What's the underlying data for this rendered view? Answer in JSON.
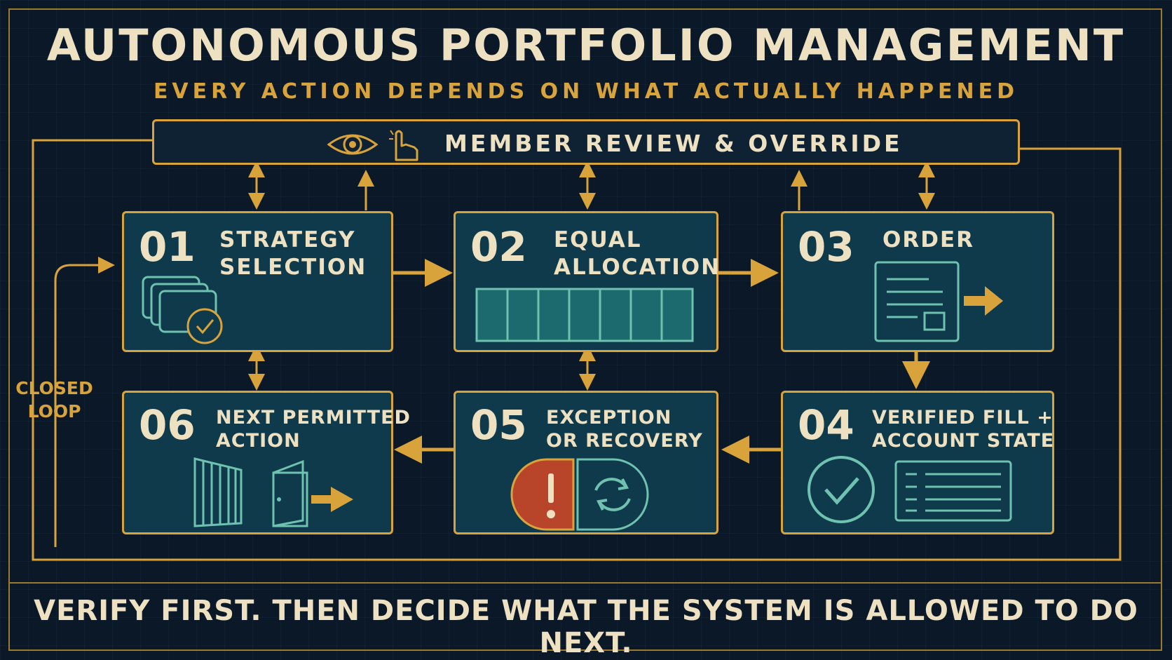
{
  "title": "AUTONOMOUS PORTFOLIO MANAGEMENT",
  "subtitle": "EVERY ACTION DEPENDS ON WHAT ACTUALLY HAPPENED",
  "review": {
    "label": "MEMBER REVIEW & OVERRIDE",
    "icons": [
      "eye-icon",
      "pointer-hand-icon"
    ]
  },
  "loop_label": {
    "line1": "CLOSED",
    "line2": "LOOP"
  },
  "steps": [
    {
      "num": "01",
      "line1": "STRATEGY",
      "line2": "SELECTION",
      "icon": "stacked-cards-check-icon"
    },
    {
      "num": "02",
      "line1": "EQUAL",
      "line2": "ALLOCATION",
      "icon": "equal-segments-bar-icon"
    },
    {
      "num": "03",
      "line1": "ORDER",
      "line2": "",
      "icon": "order-document-arrow-icon"
    },
    {
      "num": "04",
      "line1": "VERIFIED FILL +",
      "line2": "ACCOUNT STATE",
      "icon": "check-circle-ledger-icon"
    },
    {
      "num": "05",
      "line1": "EXCEPTION",
      "line2": "OR RECOVERY",
      "icon": "alert-recovery-icon"
    },
    {
      "num": "06",
      "line1": "NEXT PERMITTED",
      "line2": "ACTION",
      "icon": "gate-door-exit-icon"
    }
  ],
  "footer": "VERIFY FIRST. THEN DECIDE WHAT THE SYSTEM IS ALLOWED TO DO NEXT.",
  "colors": {
    "background": "#0b1828",
    "gold": "#d9a33c",
    "cream": "#ede1c2",
    "box_fill": "#0f3a4c",
    "teal": "#6fc2b0",
    "alert": "#b8442a"
  }
}
